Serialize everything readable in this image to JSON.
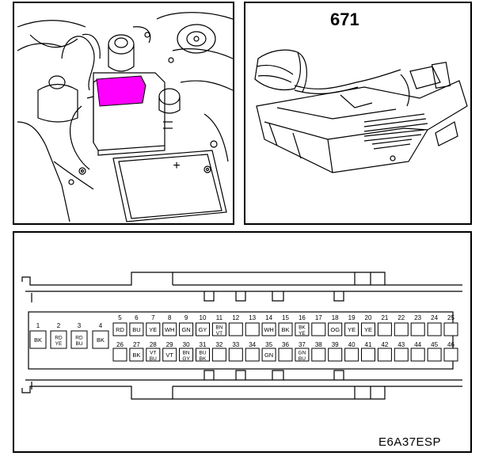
{
  "ref_number": "671",
  "image_code": "E6A37ESP",
  "battery_symbol": "+",
  "colors": {
    "highlight": "#ff00ff",
    "line": "#000000",
    "background": "#ffffff"
  },
  "connector": {
    "top_row": [
      {
        "pin": "1",
        "wire": [
          "BK"
        ]
      },
      {
        "pin": "2",
        "wire": [
          "RD",
          "YE"
        ]
      },
      {
        "pin": "3",
        "wire": [
          "RD",
          "BU"
        ]
      },
      {
        "pin": "4",
        "wire": [
          "BK"
        ]
      },
      {
        "pin": "5",
        "wire": [
          "RD"
        ]
      },
      {
        "pin": "6",
        "wire": [
          "BU"
        ]
      },
      {
        "pin": "7",
        "wire": [
          "YE"
        ]
      },
      {
        "pin": "8",
        "wire": [
          "WH"
        ]
      },
      {
        "pin": "9",
        "wire": [
          "GN"
        ]
      },
      {
        "pin": "10",
        "wire": [
          "GY"
        ]
      },
      {
        "pin": "11",
        "wire": [
          "BN",
          "VT"
        ]
      },
      {
        "pin": "12",
        "wire": []
      },
      {
        "pin": "13",
        "wire": []
      },
      {
        "pin": "14",
        "wire": [
          "WH"
        ]
      },
      {
        "pin": "15",
        "wire": [
          "BK"
        ]
      },
      {
        "pin": "16",
        "wire": [
          "BK",
          "YE"
        ]
      },
      {
        "pin": "17",
        "wire": []
      },
      {
        "pin": "18",
        "wire": [
          "OG"
        ]
      },
      {
        "pin": "19",
        "wire": [
          "YE"
        ]
      },
      {
        "pin": "20",
        "wire": [
          "YE"
        ]
      },
      {
        "pin": "21",
        "wire": []
      },
      {
        "pin": "22",
        "wire": []
      },
      {
        "pin": "23",
        "wire": []
      },
      {
        "pin": "24",
        "wire": []
      },
      {
        "pin": "25",
        "wire": []
      }
    ],
    "bottom_row": [
      {
        "pin": "26",
        "wire": []
      },
      {
        "pin": "27",
        "wire": [
          "BK"
        ]
      },
      {
        "pin": "28",
        "wire": [
          "VT",
          "BU"
        ]
      },
      {
        "pin": "29",
        "wire": [
          "VT"
        ]
      },
      {
        "pin": "30",
        "wire": [
          "BN",
          "GY"
        ]
      },
      {
        "pin": "31",
        "wire": [
          "BU",
          "BK"
        ]
      },
      {
        "pin": "32",
        "wire": []
      },
      {
        "pin": "33",
        "wire": []
      },
      {
        "pin": "34",
        "wire": []
      },
      {
        "pin": "35",
        "wire": [
          "GN"
        ]
      },
      {
        "pin": "36",
        "wire": []
      },
      {
        "pin": "37",
        "wire": [
          "GN",
          "BU"
        ]
      },
      {
        "pin": "38",
        "wire": []
      },
      {
        "pin": "39",
        "wire": []
      },
      {
        "pin": "40",
        "wire": []
      },
      {
        "pin": "41",
        "wire": []
      },
      {
        "pin": "42",
        "wire": []
      },
      {
        "pin": "43",
        "wire": []
      },
      {
        "pin": "44",
        "wire": []
      },
      {
        "pin": "45",
        "wire": []
      },
      {
        "pin": "46",
        "wire": []
      }
    ]
  }
}
